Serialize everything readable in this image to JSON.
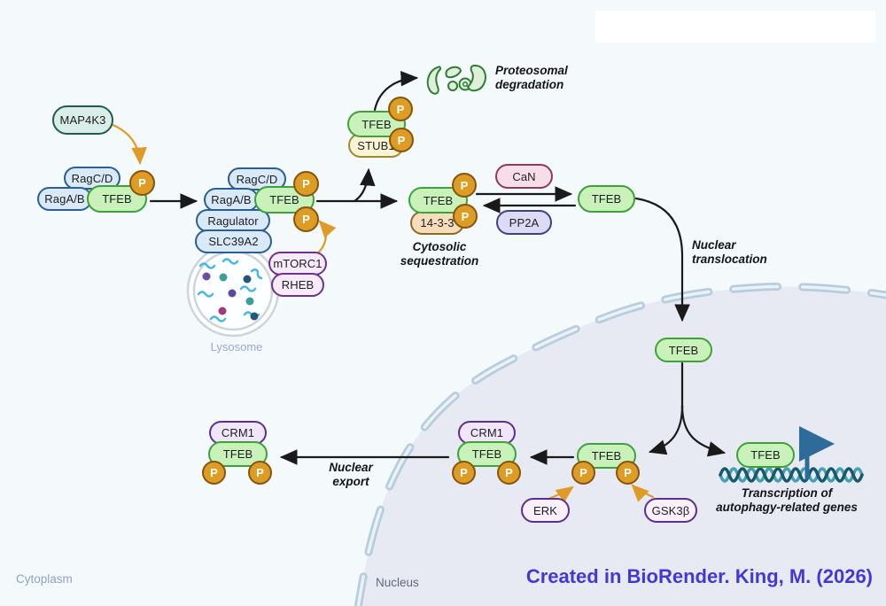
{
  "labels": {
    "map4k3": "MAP4K3",
    "ragcd": "RagC/D",
    "ragab": "RagA/B",
    "ragulator": "Ragulator",
    "slc39a2": "SLC39A2",
    "tfeb": "TFEB",
    "phosphate": "P",
    "mtorc1": "mTORC1",
    "rheb": "RHEB",
    "stub1": "STUB1",
    "fourteen33": "14-3-3",
    "can": "CaN",
    "pp2a": "PP2A",
    "crm1": "CRM1",
    "erk": "ERK",
    "gsk3b": "GSK3β",
    "lysosome": "Lysosome"
  },
  "annotations": {
    "proteosomal_degradation": "Proteosomal\ndegradation",
    "cytosolic_sequestration": "Cytosolic\nsequestration",
    "nuclear_translocation": "Nuclear\ntranslocation",
    "nuclear_export": "Nuclear\nexport",
    "transcription": "Transcription of\nautophagy-related genes",
    "cytoplasm": "Cytoplasm",
    "nucleus": "Nucleus",
    "credit": "Created in BioRender. King, M. (2026)"
  },
  "palette": {
    "background": "#f4fafc",
    "nucleus_fill": "#e7eaf3",
    "membrane_dash": "#b7cddd",
    "phosphate_fill": "#dd9d25",
    "phosphate_border": "#87540f",
    "tfeb_fill": "#c9f2ba",
    "tfeb_border": "#3fa03c",
    "rag_fill": "#d9e9f7",
    "rag_border": "#2a5f95",
    "arrow_black": "#1a1a1a",
    "arrow_orange": "#e09a28",
    "dna_dark": "#17596b",
    "dna_light": "#46a0b0",
    "transcription_arrow": "#2f6b99",
    "credit_blue": "#4438d4",
    "cytoplasm_label": "#8fa0c4",
    "nucleus_label": "#5d6880"
  }
}
